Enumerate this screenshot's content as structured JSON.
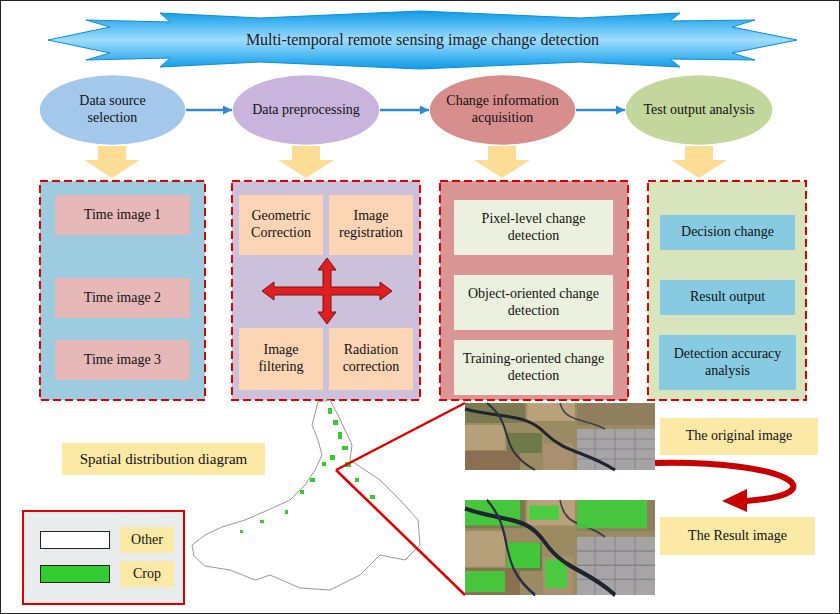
{
  "diagram": {
    "title": "Multi-temporal remote sensing image change detection",
    "nodes": [
      {
        "text": [
          "Data source selection"
        ]
      },
      {
        "text": [
          "Data preprocessing"
        ]
      },
      {
        "text": [
          "Change information acquisition"
        ]
      },
      {
        "text": [
          "Test output analysis"
        ]
      },
      {
        "text": [
          "Time image 1"
        ]
      },
      {
        "text": [
          "Time image 2"
        ]
      },
      {
        "text": [
          "Time image 3"
        ]
      },
      {
        "text": [
          "Geometric Correction"
        ]
      },
      {
        "text": [
          "Image registration"
        ]
      },
      {
        "text": [
          "Image filtering"
        ]
      },
      {
        "text": [
          "Radiation correction"
        ]
      },
      {
        "text": [
          "Pixel-level change detection"
        ]
      },
      {
        "text": [
          "Object-oriented change detection"
        ]
      },
      {
        "text": [
          "Training-oriented change detection"
        ]
      },
      {
        "text": [
          "Decision change"
        ]
      },
      {
        "text": [
          "Result output"
        ]
      },
      {
        "text": [
          "Detection accuracy analysis"
        ]
      },
      {
        "text": [
          "Spatial distribution diagram"
        ]
      },
      {
        "text": [
          "The original image"
        ]
      },
      {
        "text": [
          "The Result image"
        ]
      }
    ],
    "edges": [
      {
        "from": 0,
        "to": 1,
        "arrow": "to"
      },
      {
        "from": 1,
        "to": 2,
        "arrow": "to"
      },
      {
        "from": 2,
        "to": 3,
        "arrow": "to"
      }
    ],
    "legend": [
      {
        "text": "Other",
        "color": "#ffffff"
      },
      {
        "text": "Crop",
        "color": "#33cc33"
      }
    ]
  }
}
